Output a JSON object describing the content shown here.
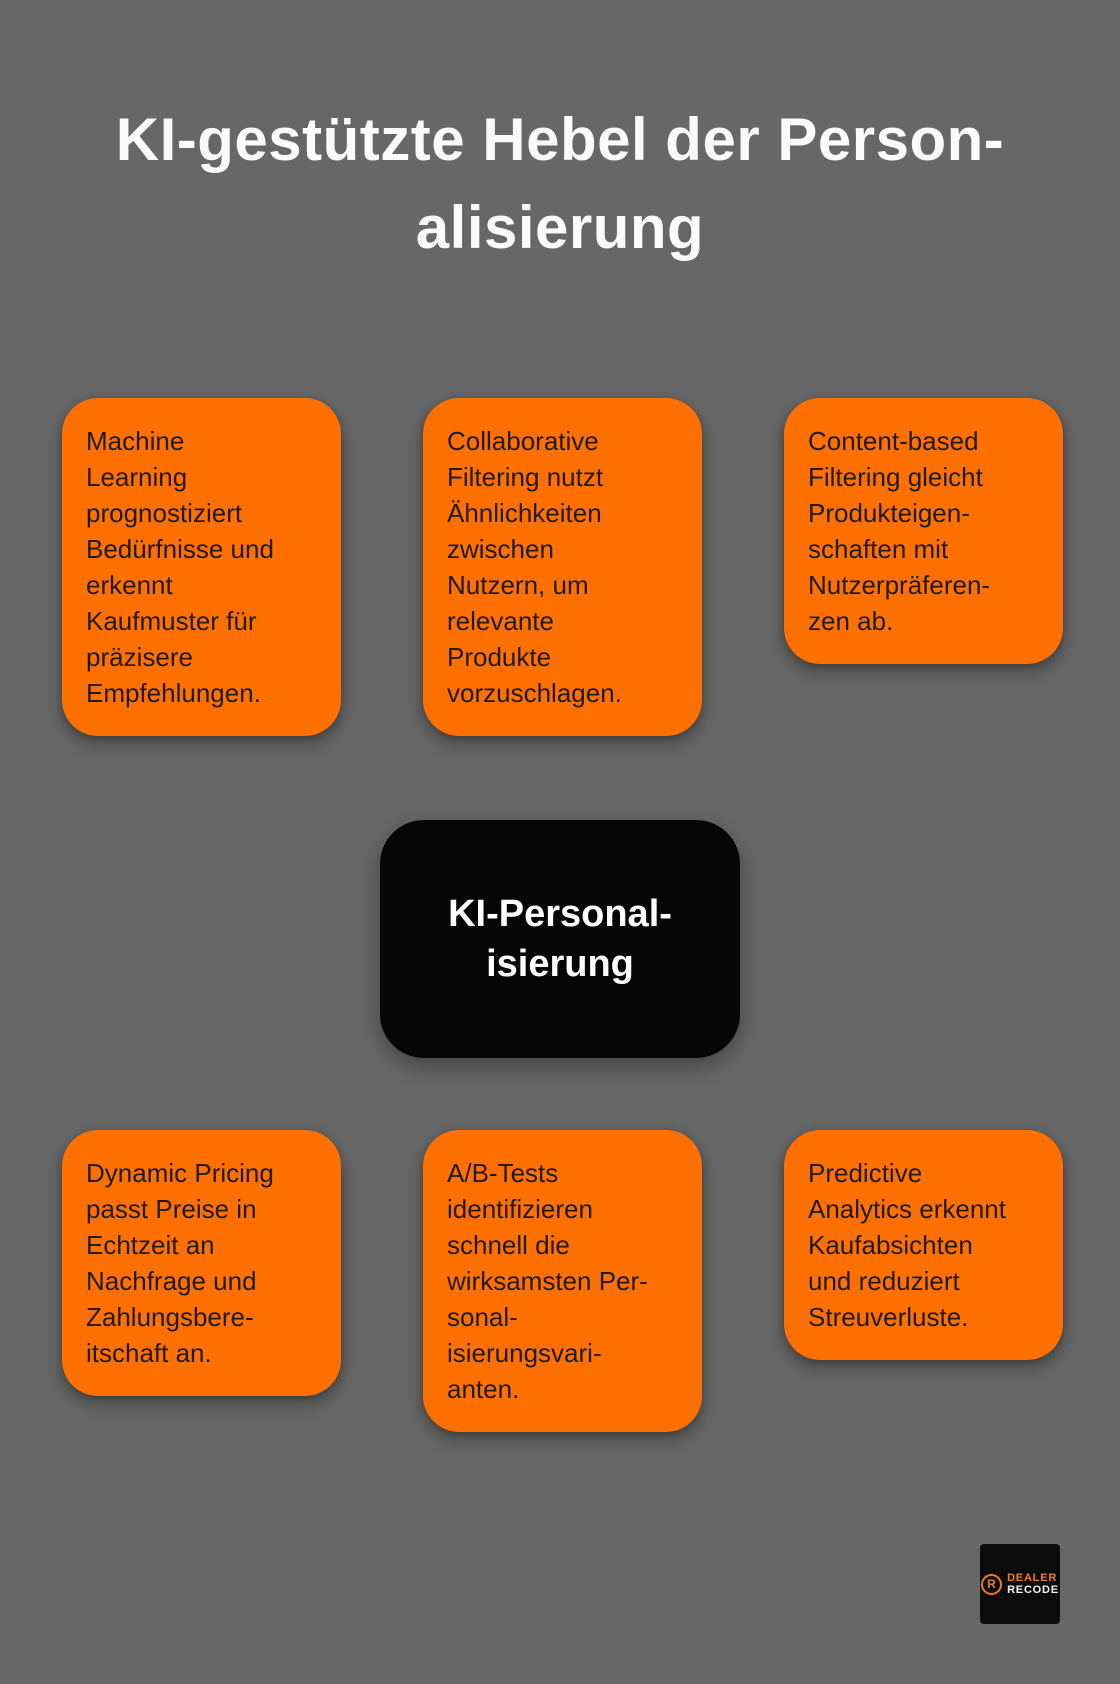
{
  "colors": {
    "bg": "#676767",
    "orange": "#ff7000",
    "card-text": "#1e1b18",
    "node-bg": "#060606",
    "node-text": "#ffffff",
    "title-text": "#fafafa",
    "logo-bg": "#0c0c0c",
    "logo-orange": "#ee7d1e",
    "logo-white": "#f2f2f2"
  },
  "title": {
    "lines": [
      "KI-gestützte Hebel der Person-",
      "alisierung"
    ]
  },
  "center_node": {
    "lines": [
      "KI-Personal-",
      "isierung"
    ]
  },
  "cards": [
    {
      "id": "machine-learning",
      "lines": [
        "Machine",
        "Learning",
        "prognostiziert",
        "Bedürfnisse und",
        "erkennt",
        "Kaufmuster für",
        "präzisere",
        "Empfehlungen."
      ]
    },
    {
      "id": "collaborative-filtering",
      "lines": [
        "Collaborative",
        "Filtering nutzt",
        "Ähnlichkeiten",
        "zwischen",
        "Nutzern, um",
        "relevante",
        "Produkte",
        "vorzuschlagen."
      ]
    },
    {
      "id": "content-based-filtering",
      "lines": [
        "Content-based",
        "Filtering gleicht",
        "Produkteigen-",
        "schaften mit",
        "Nutzerpräferen-",
        "zen ab."
      ]
    },
    {
      "id": "dynamic-pricing",
      "lines": [
        "Dynamic Pricing",
        "passt Preise in",
        "Echtzeit an",
        "Nachfrage und",
        "Zahlungsbere-",
        "itschaft an."
      ]
    },
    {
      "id": "ab-tests",
      "lines": [
        "A/B-Tests",
        "identifizieren",
        "schnell die",
        "wirksamsten Per-",
        "sonal-",
        "isierungsvari-",
        "anten."
      ]
    },
    {
      "id": "predictive-analytics",
      "lines": [
        "Predictive",
        "Analytics erkennt",
        "Kaufabsichten",
        "und reduziert",
        "Streuverluste."
      ]
    }
  ],
  "logo": {
    "icon_letter": "R",
    "brand_top": "DEALER",
    "brand_bottom": "RECODE"
  }
}
